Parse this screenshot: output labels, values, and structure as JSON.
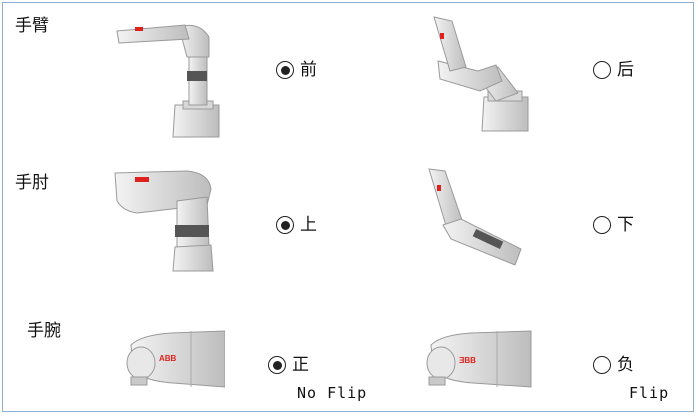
{
  "sections": [
    {
      "id": "arm",
      "label": "手臂",
      "option_a": {
        "label": "前",
        "selected": true,
        "caption": ""
      },
      "option_b": {
        "label": "后",
        "selected": false,
        "caption": ""
      },
      "image_a_icon": "robot-arm-front-icon",
      "image_b_icon": "robot-arm-back-icon"
    },
    {
      "id": "elbow",
      "label": "手肘",
      "option_a": {
        "label": "上",
        "selected": true,
        "caption": ""
      },
      "option_b": {
        "label": "下",
        "selected": false,
        "caption": ""
      },
      "image_a_icon": "robot-elbow-up-icon",
      "image_b_icon": "robot-elbow-down-icon"
    },
    {
      "id": "wrist",
      "label": "手腕",
      "option_a": {
        "label": "正",
        "selected": true,
        "caption": "No Flip"
      },
      "option_b": {
        "label": "负",
        "selected": false,
        "caption": "Flip"
      },
      "image_a_icon": "robot-wrist-noflip-icon",
      "image_b_icon": "robot-wrist-flip-icon",
      "logo_text_a": "ABB",
      "logo_text_b": "ƎBB"
    }
  ],
  "colors": {
    "border": "#8fb0d4",
    "robot_light": "#e9e9e9",
    "robot_mid": "#c9c9c9",
    "robot_dark": "#555555",
    "logo_red": "#e0201b"
  }
}
